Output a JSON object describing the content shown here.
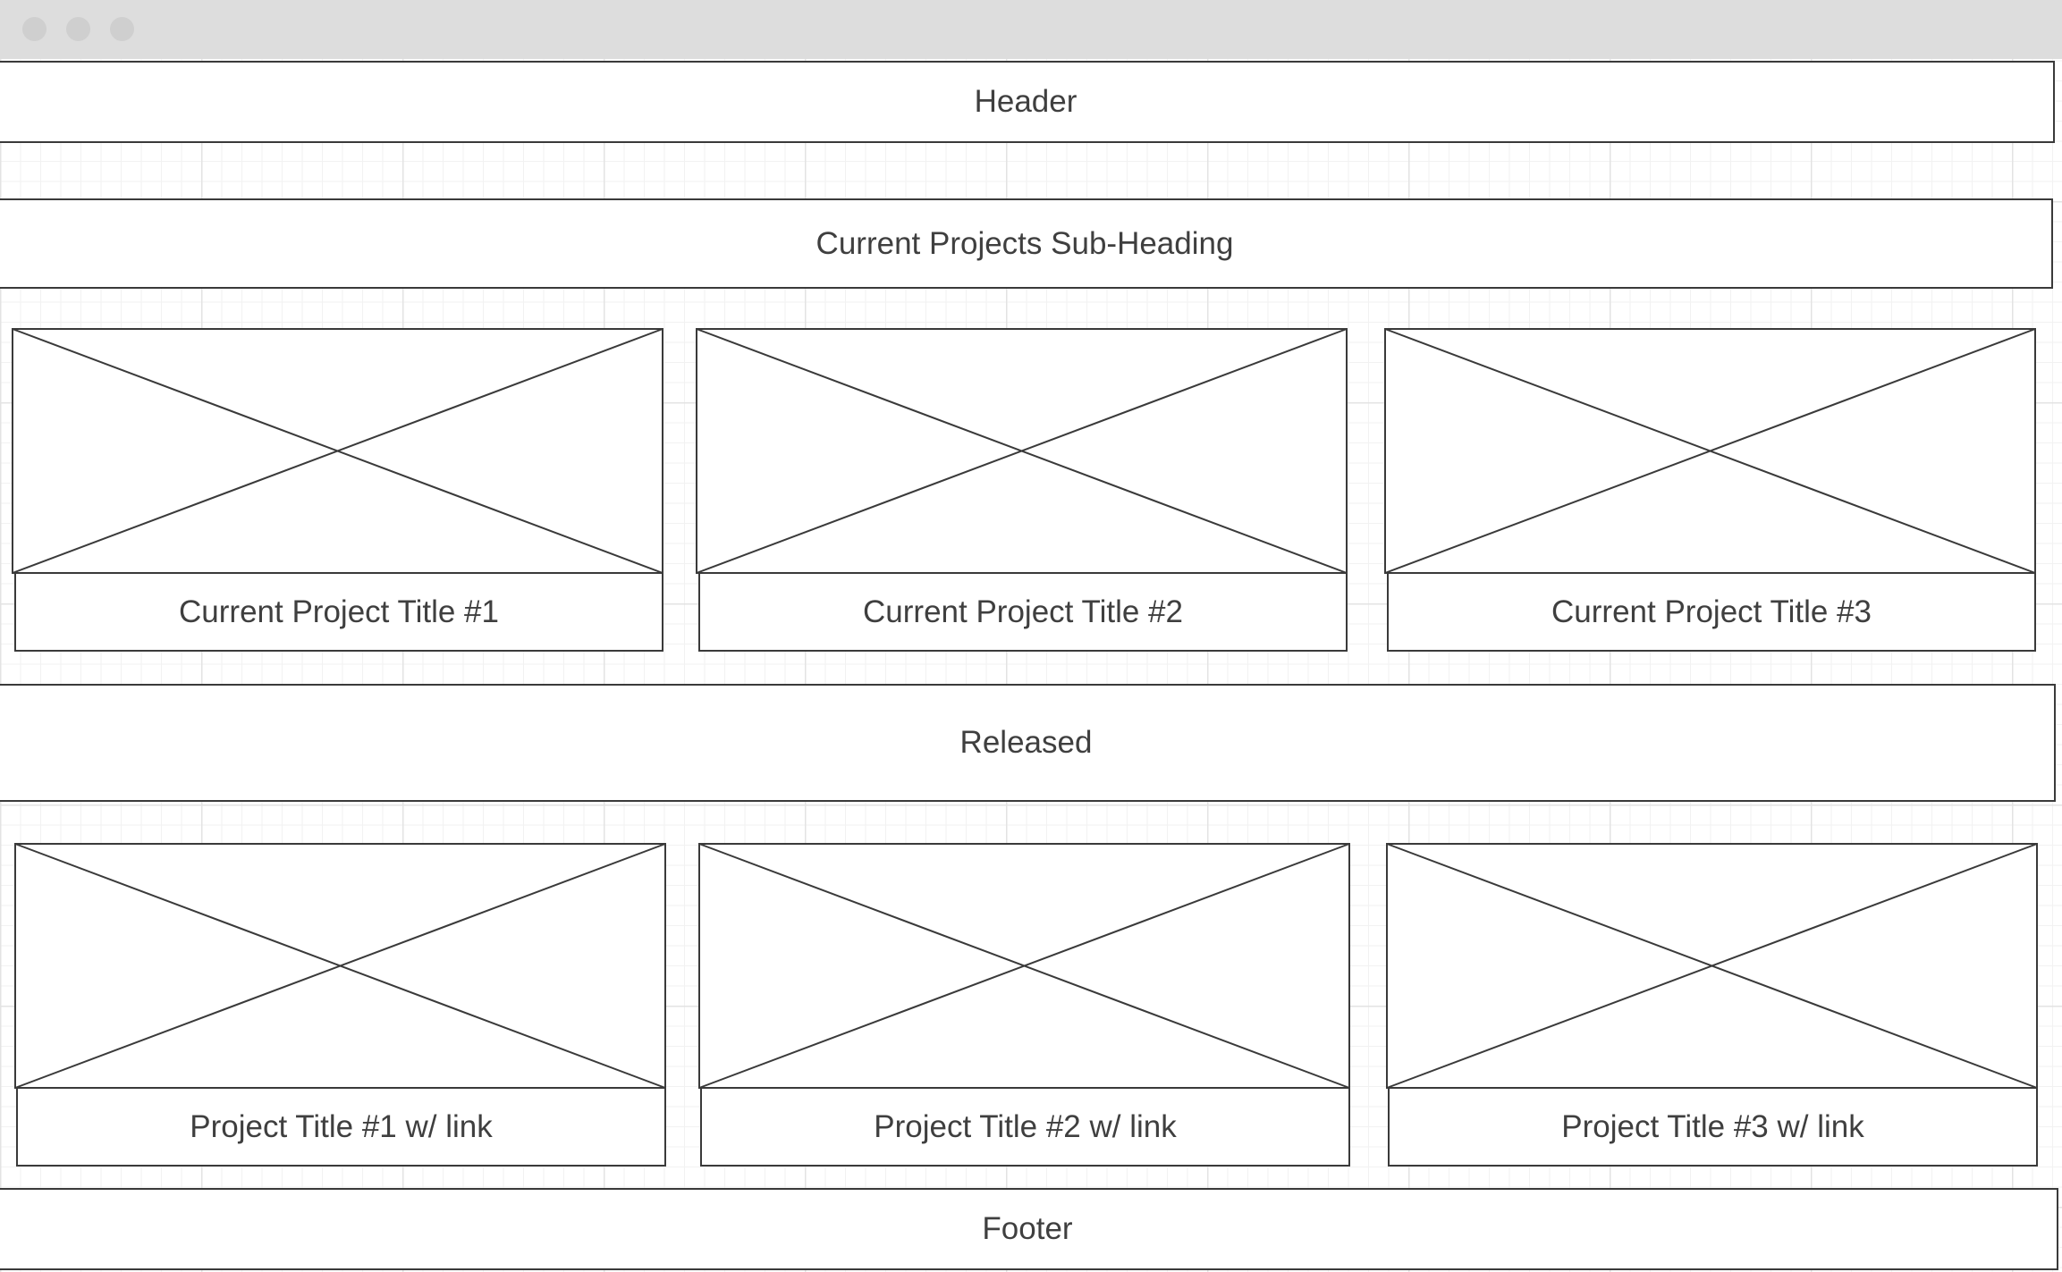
{
  "header": {
    "label": "Header"
  },
  "current": {
    "heading": "Current Projects Sub-Heading",
    "items": [
      {
        "title": "Current Project Title #1"
      },
      {
        "title": "Current Project Title #2"
      },
      {
        "title": "Current Project Title #3"
      }
    ]
  },
  "released": {
    "heading": "Released",
    "items": [
      {
        "title": "Project Title #1 w/ link"
      },
      {
        "title": "Project Title #2 w/ link"
      },
      {
        "title": "Project Title #3 w/ link"
      }
    ]
  },
  "footer": {
    "label": "Footer"
  }
}
